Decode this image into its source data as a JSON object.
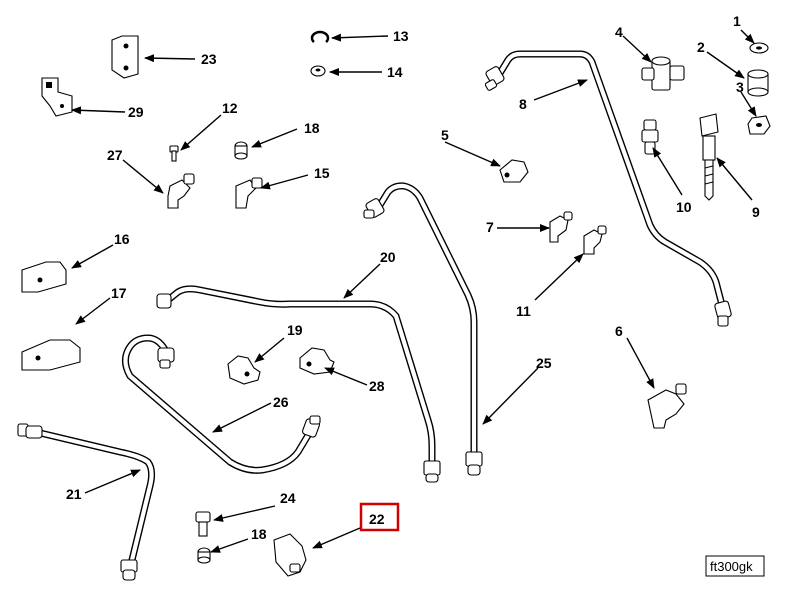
{
  "diagram": {
    "code": "ft300gk",
    "highlighted_callout": "22",
    "highlight_color": "#d00000",
    "callouts": {
      "c1": "1",
      "c2": "2",
      "c3": "3",
      "c4": "4",
      "c5": "5",
      "c6": "6",
      "c7": "7",
      "c8": "8",
      "c9": "9",
      "c10": "10",
      "c11": "11",
      "c12": "12",
      "c13": "13",
      "c14": "14",
      "c15": "15",
      "c16": "16",
      "c17": "17",
      "c18a": "18",
      "c18b": "18",
      "c19": "19",
      "c20": "20",
      "c21": "21",
      "c22": "22",
      "c23": "23",
      "c24": "24",
      "c25": "25",
      "c26": "26",
      "c27": "27",
      "c28": "28",
      "c29": "29"
    }
  }
}
